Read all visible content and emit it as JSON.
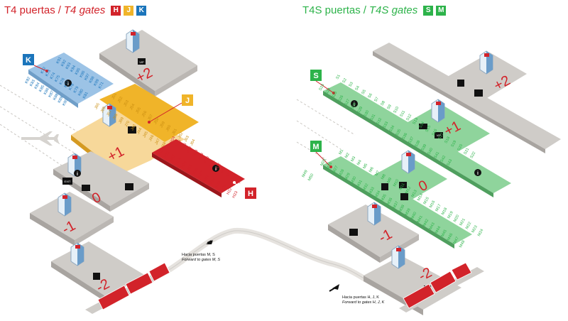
{
  "t4": {
    "title_es": "T4 puertas",
    "sep": "/",
    "title_en": "T4 gates",
    "badges": [
      {
        "label": "H",
        "color": "#d2232a"
      },
      {
        "label": "J",
        "color": "#f0b429"
      },
      {
        "label": "K",
        "color": "#1b75bb"
      }
    ],
    "zone_k_label": "K",
    "zone_j_label": "J",
    "zone_h_label": "H",
    "levels": [
      "+2",
      "+1",
      "0",
      "-1",
      "-2"
    ],
    "gates_k": [
      "K91",
      "K92",
      "K93",
      "K94",
      "K95",
      "K96",
      "K97",
      "K98",
      "K99",
      "K71",
      "K72",
      "K73",
      "K74",
      "K75",
      "K76",
      "K77",
      "K78",
      "K79",
      "K80",
      "K81",
      "K82",
      "K83",
      "K84",
      "K85",
      "K86",
      "K87",
      "K88",
      "K89",
      "K90"
    ],
    "gates_j": [
      "J51",
      "J52",
      "J53",
      "J54",
      "J55",
      "J56",
      "J57",
      "J58",
      "J59",
      "J60",
      "J61",
      "J62",
      "J63",
      "J64",
      "J65",
      "J66",
      "J67",
      "J68",
      "J69",
      "J70",
      "J43",
      "J44",
      "J45",
      "J46",
      "J47",
      "J48",
      "J49",
      "J50"
    ],
    "gates_h": [
      "H10",
      "H11",
      "H12",
      "H13",
      "H14",
      "H15",
      "H16",
      "H17",
      "H18",
      "H19",
      "H20",
      "H21",
      "H22",
      "H23",
      "H24",
      "H25",
      "H26",
      "H27",
      "H28",
      "H29",
      "H30",
      "H31",
      "H32",
      "H6",
      "H7",
      "H8",
      "H9"
    ],
    "vip_label": "VIP",
    "exit_label": "EXIT",
    "info_label": "i",
    "forward_es": "Hacia puertas M, S",
    "forward_en": "Forward to gates M, S"
  },
  "t4s": {
    "title_es": "T4S puertas",
    "sep": "/",
    "title_en": "T4S gates",
    "badges": [
      {
        "label": "S",
        "color": "#2db34a"
      },
      {
        "label": "M",
        "color": "#2db34a"
      }
    ],
    "zone_s_label": "S",
    "zone_m_label": "M",
    "levels": [
      "+2",
      "+1",
      "0",
      "-1",
      "-2"
    ],
    "gates_s": [
      "S1",
      "S2",
      "S3",
      "S4",
      "S5",
      "S6",
      "S7",
      "S8",
      "S9",
      "S10",
      "S11",
      "S12",
      "S13",
      "S14",
      "S15",
      "S16",
      "S17",
      "S18",
      "S19",
      "S20",
      "S21",
      "S22",
      "S23",
      "S24",
      "S25",
      "S26",
      "S27",
      "S28",
      "S29",
      "S30",
      "S31",
      "S32",
      "S33",
      "S34",
      "S35",
      "S36",
      "S37",
      "S38",
      "S39",
      "S40",
      "S41",
      "S42",
      "S43"
    ],
    "gates_m": [
      "M1",
      "M2",
      "M3",
      "M4",
      "M5",
      "M6",
      "M7",
      "M8",
      "M9",
      "M10",
      "M11",
      "M12",
      "M13",
      "M14",
      "M15",
      "M16",
      "M17",
      "M18",
      "M19",
      "M20",
      "M21",
      "M22",
      "M23",
      "M24",
      "M25",
      "M26",
      "M27",
      "M28",
      "M29",
      "M30",
      "M31",
      "M32",
      "M33",
      "M34",
      "M35",
      "M36",
      "M37",
      "M38",
      "M39",
      "M40",
      "M41",
      "M42",
      "M43",
      "M44",
      "M45",
      "M46",
      "M47",
      "M48",
      "M49",
      "M50"
    ],
    "vip_label": "VIP",
    "info_label": "i",
    "forward_es": "Hacia puertas H, J, K",
    "forward_en": "Forward to gates H, J, K"
  },
  "colors": {
    "red": "#d2232a",
    "yellow": "#f0b429",
    "yellow_light": "#f7d89a",
    "blue": "#1b75bb",
    "blue_light": "#9cc3e6",
    "green": "#2db34a",
    "green_light": "#8fd49c",
    "gray": "#cfccc8",
    "gray_dark": "#8f8b86"
  },
  "icons": [
    "airplane-icon",
    "elevator-icon",
    "info-icon",
    "vip-icon",
    "exit-icon",
    "baggage-icon",
    "passport-control-icon",
    "security-icon",
    "train-icon",
    "arrow-icon"
  ]
}
